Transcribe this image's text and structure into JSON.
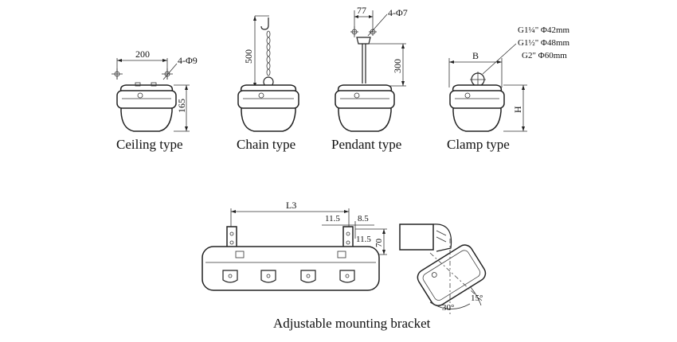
{
  "captions": {
    "ceiling": "Ceiling type",
    "chain": "Chain type",
    "pendant": "Pendant type",
    "clamp": "Clamp type",
    "bracket": "Adjustable mounting bracket"
  },
  "dimensions": {
    "ceiling_width": "200",
    "ceiling_holes": "4-Φ9",
    "ceiling_height": "165",
    "chain_length": "500",
    "pendant_width": "77",
    "pendant_holes": "4-Φ7",
    "pendant_length": "300",
    "clamp_width": "B",
    "clamp_height": "H",
    "clamp_pipe_1": "G1¼\" Φ42mm",
    "clamp_pipe_2": "G1½\" Φ48mm",
    "clamp_pipe_3": "G2\" Φ60mm",
    "bracket_length": "L3",
    "bracket_a": "11.5",
    "bracket_b": "8.5",
    "bracket_c": "11.5",
    "bracket_d": "70",
    "angle_1": "30°",
    "angle_2": "15°"
  }
}
